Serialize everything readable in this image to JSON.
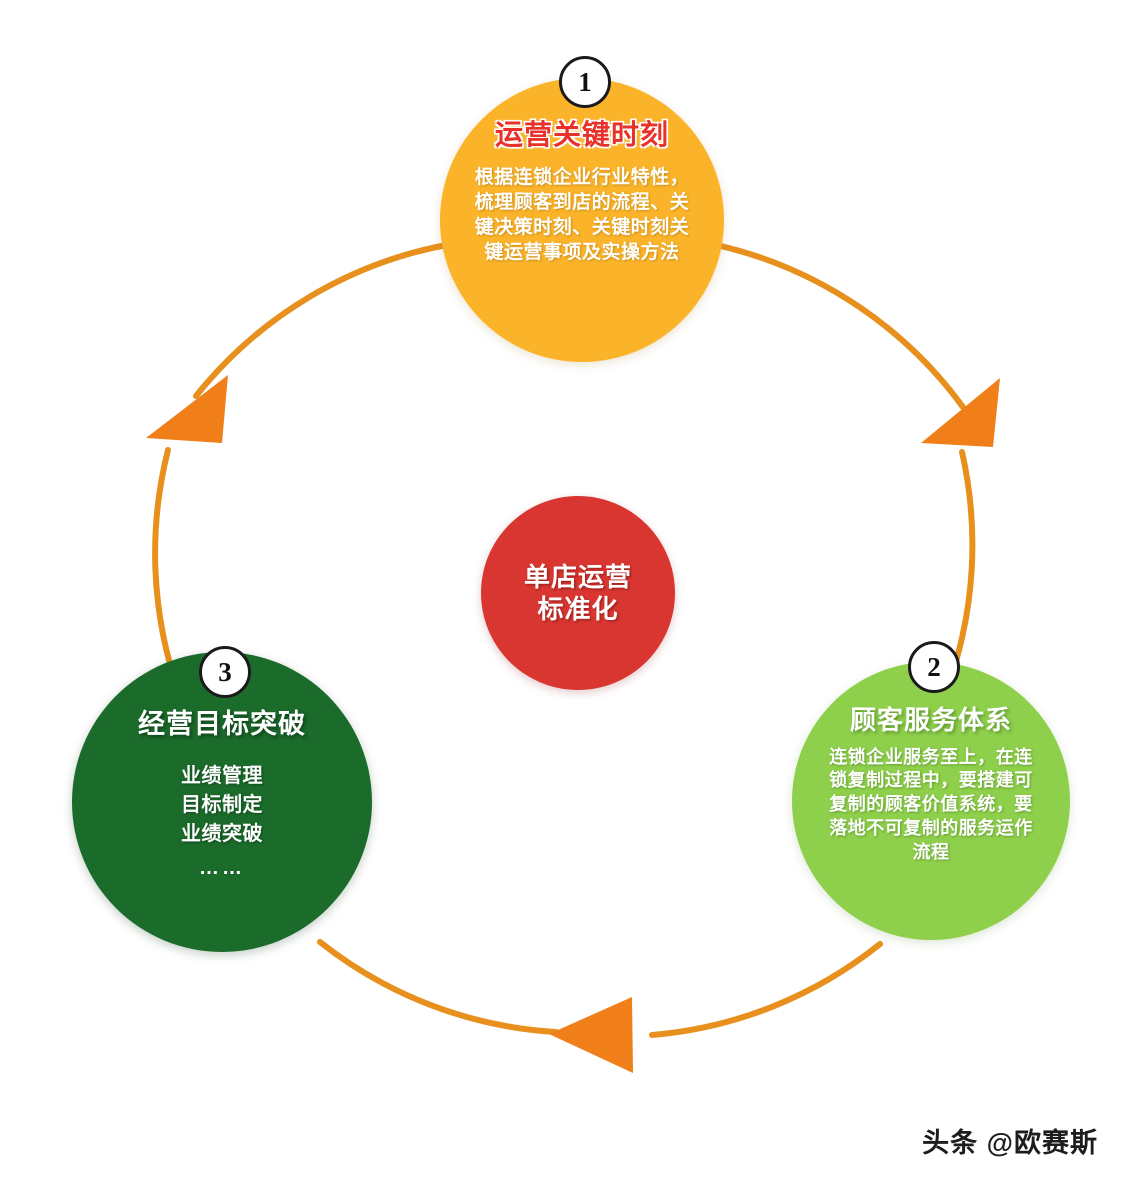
{
  "diagram": {
    "title_hub": {
      "lines": [
        "单店运营",
        "标准化"
      ],
      "color": "#D93631"
    },
    "ring": {
      "color": "#E8901E",
      "arrow_color": "#F07E19",
      "direction": "counter-clockwise",
      "arrows": [
        "arrow-left",
        "arrow-right",
        "arrow-bottom"
      ]
    },
    "nodes": [
      {
        "number": "1",
        "title": "运营关键时刻",
        "body": "根据连锁企业行业特性，梳理顾客到店的流程、关键决策时刻、关键时刻关键运营事项及实操方法",
        "fill": "#FBB42A",
        "title_color": "#E8312A",
        "position": "top"
      },
      {
        "number": "2",
        "title": "顾客服务体系",
        "body": "连锁企业服务至上，在连锁复制过程中，要搭建可复制的顾客价值系统，要落地不可复制的服务运作流程",
        "fill": "#8ED04B",
        "title_color": "#FFFFFF",
        "position": "bottom-right"
      },
      {
        "number": "3",
        "title": "经营目标突破",
        "body_lines": [
          "业绩管理",
          "目标制定",
          "业绩突破"
        ],
        "ellipsis": "……",
        "fill": "#1B6B2B",
        "title_color": "#FFFFFF",
        "position": "bottom-left"
      }
    ]
  },
  "watermark": {
    "text": "头条 @欧赛斯"
  }
}
